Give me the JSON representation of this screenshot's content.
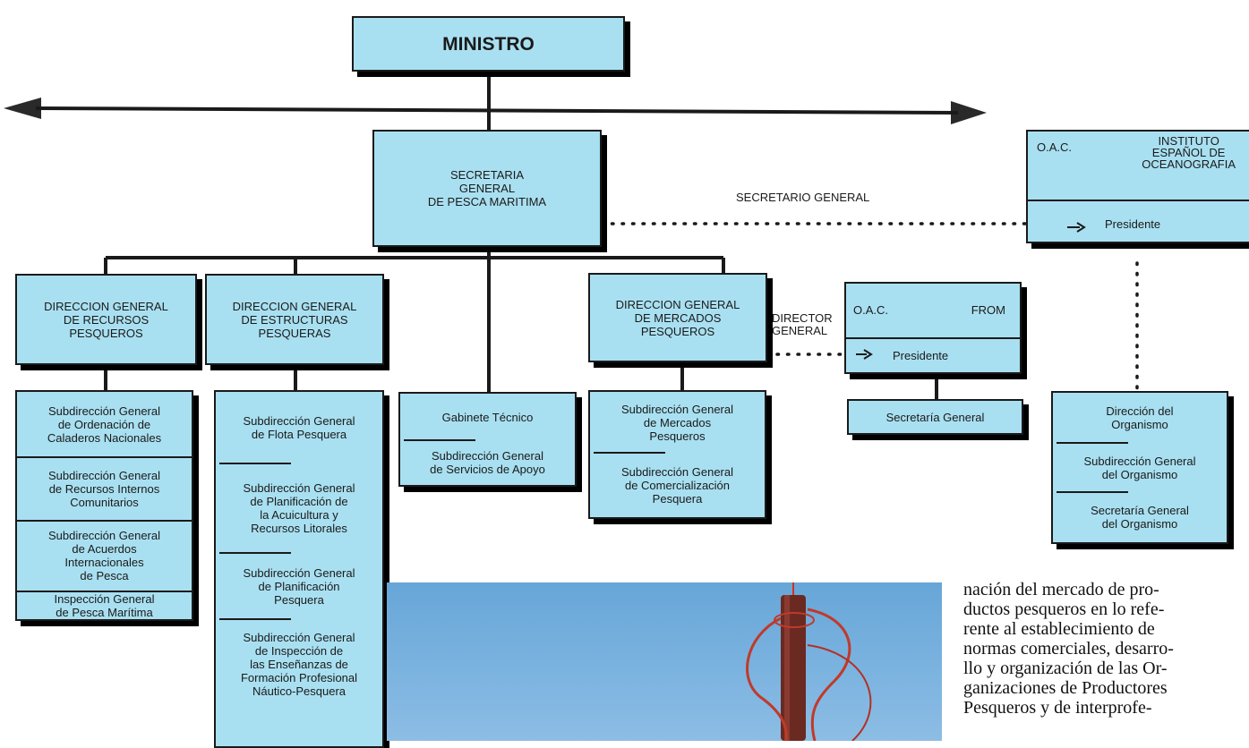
{
  "ministro": "MINISTRO",
  "secretaria": "SECRETARIA\nGENERAL\nDE PESCA MARITIMA",
  "secretario_general_label": "SECRETARIO GENERAL",
  "director_general_label": "DIRECTOR\nGENERAL",
  "ieo": {
    "oac": "O.A.C.",
    "name": "INSTITUTO\nESPAÑOL DE\nOCEANOGRAFIA",
    "presidente": "Presidente",
    "sub_units": [
      "Dirección del\nOrganismo",
      "Subdirección General\ndel Organismo",
      "Secretaría General\ndel Organismo"
    ]
  },
  "from": {
    "oac": "O.A.C.",
    "name": "FROM",
    "presidente": "Presidente",
    "secretaria": "Secretaría General"
  },
  "direcciones": [
    {
      "title": "DIRECCION GENERAL\nDE RECURSOS\nPESQUEROS",
      "units": [
        "Subdirección General\nde Ordenación de\nCaladeros Nacionales",
        "Subdirección General\nde Recursos Internos\nComunitarios",
        "Subdirección General\nde Acuerdos\nInternacionales\nde Pesca",
        "Inspección General\nde Pesca Marítima"
      ]
    },
    {
      "title": "DIRECCION GENERAL\nDE ESTRUCTURAS\nPESQUERAS",
      "units": [
        "Subdirección General\nde Flota Pesquera",
        "Subdirección General\nde Planificación de\nla Acuicultura y\nRecursos Litorales",
        "Subdirección General\nde Planificación\nPesquera",
        "Subdirección General\nde Inspección de\nlas Enseñanzas de\nFormación Profesional\nNáutico-Pesquera"
      ]
    },
    {
      "title": "",
      "units": [
        "Gabinete Técnico",
        "Subdirección General\nde Servicios de Apoyo"
      ]
    },
    {
      "title": "DIRECCION GENERAL\nDE MERCADOS\nPESQUEROS",
      "units": [
        "Subdirección General\nde Mercados\nPesqueros",
        "Subdirección General\nde Comercialización\nPesquera"
      ]
    }
  ],
  "prose_lines": [
    "nación del mercado de pro-",
    "ductos pesqueros en lo refe-",
    "rente al establecimiento de",
    "normas comerciales, desarro-",
    "llo y organización de las Or-",
    "ganizaciones de Productores",
    "Pesqueros y de interprofe-"
  ]
}
